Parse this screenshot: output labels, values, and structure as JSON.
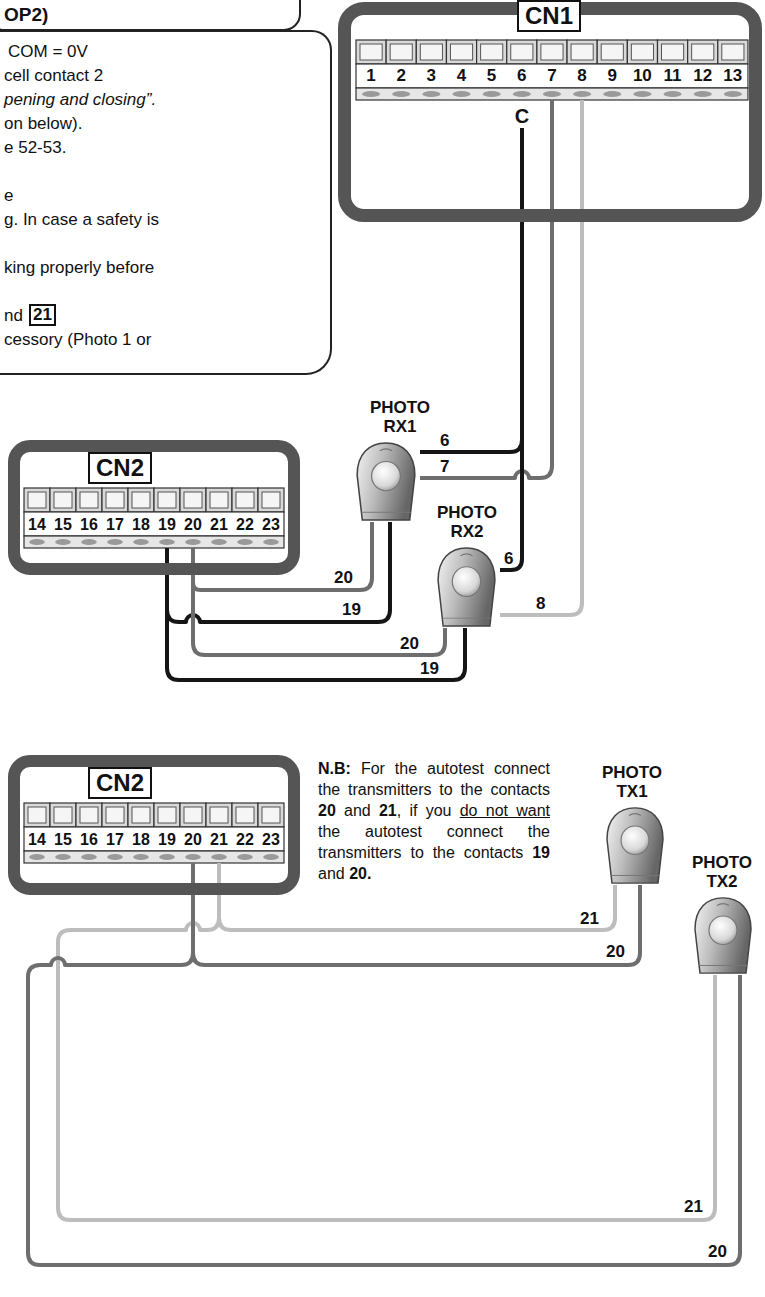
{
  "diagram": {
    "nodes": [
      {
        "text": [
          "OP2)",
          "COM = 0V",
          "cell contact 2",
          "pening and closing”.",
          "on below).",
          "e 52-53.",
          "e",
          "g. In case a safety is",
          "king properly before",
          "nd",
          "21",
          "cessory (Photo 1 or"
        ]
      },
      {
        "text": [
          "CN1"
        ]
      },
      {
        "text": [
          "PHOTO RX1"
        ]
      },
      {
        "text": [
          "CN2"
        ]
      },
      {
        "text": [
          "PHOTO RX2"
        ]
      },
      {
        "text": [
          "CN2"
        ]
      },
      {
        "text": [
          "PHOTO TX1"
        ]
      },
      {
        "text": [
          "PHOTO TX2"
        ]
      }
    ],
    "edges": [
      {
        "from": 2,
        "to": 1,
        "arrow": "none",
        "label": "6"
      },
      {
        "from": 2,
        "to": 1,
        "arrow": "none",
        "label": "7"
      },
      {
        "from": 2,
        "to": 3,
        "arrow": "none",
        "label": "20"
      },
      {
        "from": 2,
        "to": 3,
        "arrow": "none",
        "label": "19"
      },
      {
        "from": 4,
        "to": 1,
        "arrow": "none",
        "label": "6"
      },
      {
        "from": 4,
        "to": 1,
        "arrow": "none",
        "label": "8"
      },
      {
        "from": 4,
        "to": 3,
        "arrow": "none",
        "label": "20"
      },
      {
        "from": 4,
        "to": 3,
        "arrow": "none",
        "label": "19"
      },
      {
        "from": 6,
        "to": 5,
        "arrow": "none",
        "label": "21"
      },
      {
        "from": 6,
        "to": 5,
        "arrow": "none",
        "label": "20"
      },
      {
        "from": 7,
        "to": 5,
        "arrow": "none",
        "label": "21"
      },
      {
        "from": 7,
        "to": 5,
        "arrow": "none",
        "label": "20"
      }
    ],
    "labels": [
      "1",
      "2",
      "3",
      "4",
      "5",
      "6",
      "7",
      "8",
      "9",
      "10",
      "11",
      "12",
      "13",
      "C",
      "14",
      "15",
      "16",
      "17",
      "18",
      "19",
      "20",
      "21",
      "22",
      "23",
      "14",
      "15",
      "16",
      "17",
      "18",
      "19",
      "20",
      "21",
      "22",
      "23",
      "N.B:",
      "For the autotest connect the transmitters to the contacts",
      "20",
      "and",
      "21",
      ", if you",
      "do not want",
      "the autotest connect the transmitters to the contacts",
      "19",
      "and",
      "20."
    ]
  }
}
